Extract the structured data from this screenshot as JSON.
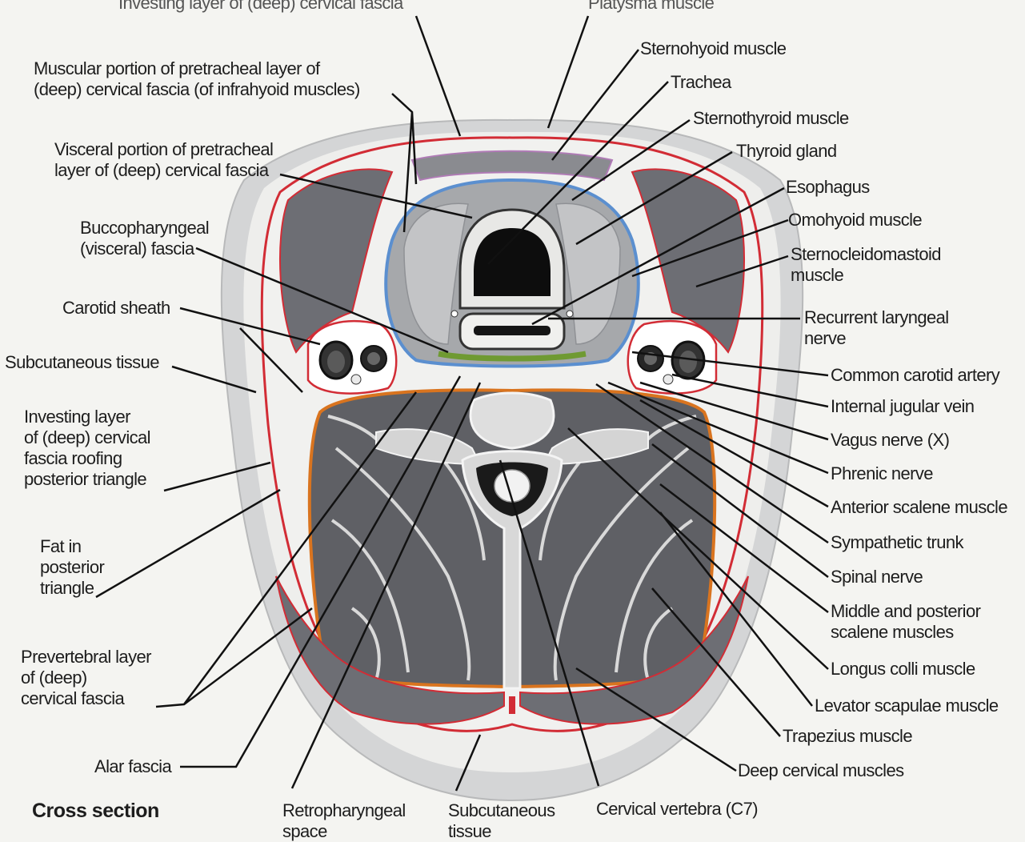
{
  "caption": "Cross section",
  "labels": {
    "investing_top": "Investing layer of (deep) cervical fascia",
    "platysma": "Platysma muscle",
    "muscular_pretracheal": "Muscular portion of pretracheal layer of\n(deep) cervical fascia (of infrahyoid muscles)",
    "visceral_pretracheal": "Visceral portion of pretracheal\nlayer of (deep) cervical fascia",
    "buccopharyngeal": "Buccopharyngeal\n(visceral) fascia",
    "carotid_sheath": "Carotid sheath",
    "subcutaneous_left": "Subcutaneous tissue",
    "investing_roof": "Investing layer\nof (deep) cervical\nfascia roofing\nposterior triangle",
    "fat_posterior": "Fat in\nposterior\ntriangle",
    "prevertebral": "Prevertebral layer\nof (deep)\ncervical fascia",
    "alar": "Alar fascia",
    "retropharyngeal": "Retropharyngeal\nspace",
    "subcutaneous_bottom": "Subcutaneous\ntissue",
    "cervical_vertebra": "Cervical vertebra (C7)",
    "sternohyoid": "Sternohyoid muscle",
    "trachea": "Trachea",
    "sternothyroid": "Sternothyroid muscle",
    "thyroid": "Thyroid gland",
    "esophagus": "Esophagus",
    "omohyoid": "Omohyoid muscle",
    "sternocleidomastoid": "Sternocleidomastoid\nmuscle",
    "recurrent_laryngeal": "Recurrent laryngeal\nnerve",
    "common_carotid": "Common carotid artery",
    "internal_jugular": "Internal jugular vein",
    "vagus": "Vagus nerve (X)",
    "phrenic": "Phrenic nerve",
    "anterior_scalene": "Anterior scalene muscle",
    "sympathetic": "Sympathetic trunk",
    "spinal_nerve": "Spinal nerve",
    "middle_posterior_scalene": "Middle and posterior\nscalene muscles",
    "longus_colli": "Longus colli muscle",
    "levator_scapulae": "Levator scapulae muscle",
    "trapezius": "Trapezius muscle",
    "deep_cervical": "Deep cervical muscles"
  },
  "colors": {
    "investing_fascia": "#d22c35",
    "prevertebral_fascia": "#d9741f",
    "pretracheal_fascia": "#5b8fcf",
    "buccopharyngeal_fascia": "#6f9a32",
    "muscle": "#6d6e74",
    "skin": "#cfd0d1"
  }
}
